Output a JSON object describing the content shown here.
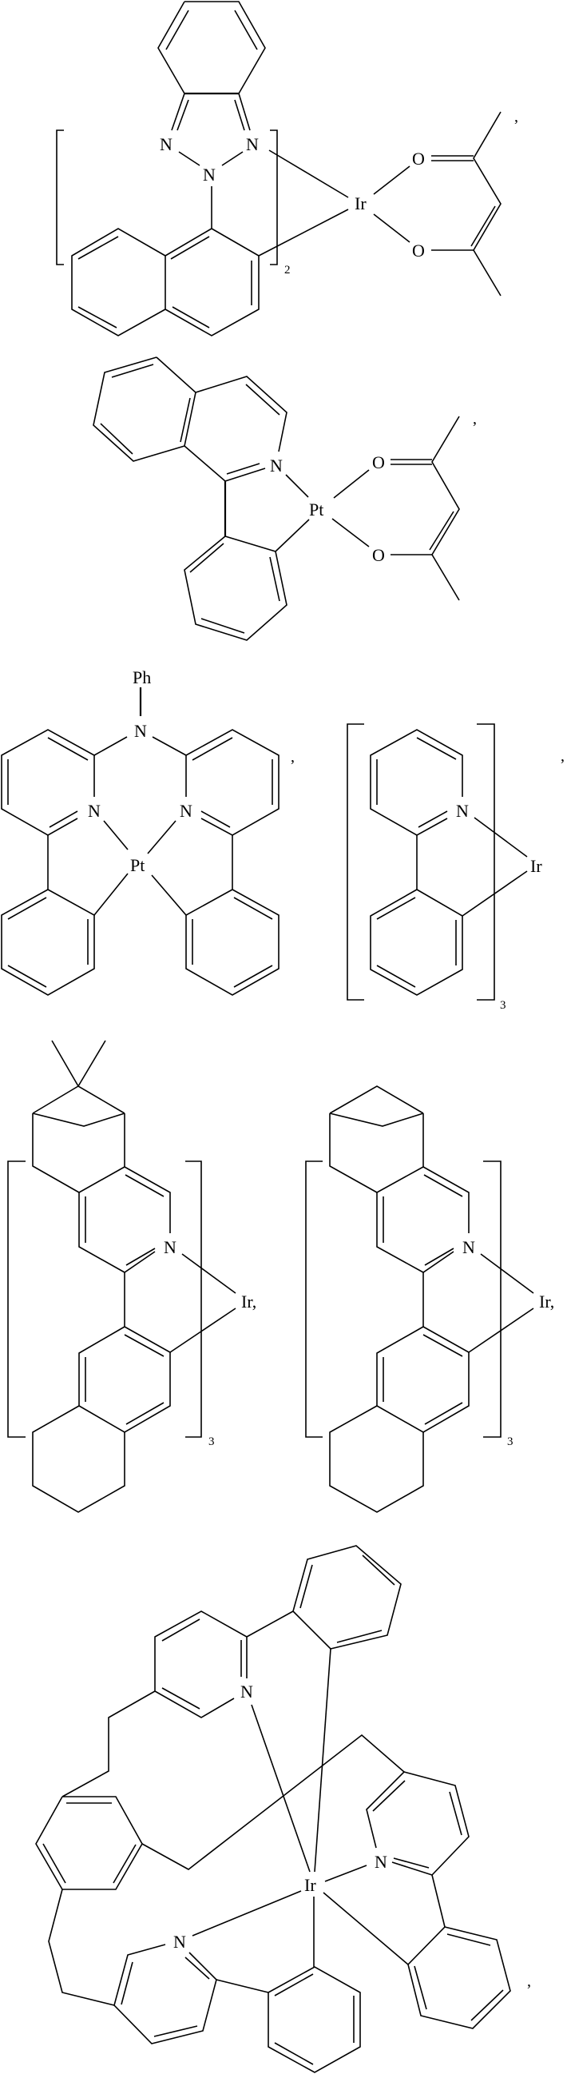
{
  "figure": {
    "compounds": [
      {
        "id": "compound-1",
        "metal": "Ir",
        "labels": {
          "n1": "N",
          "n2": "N",
          "n3": "N",
          "metal": "Ir",
          "o1": "O",
          "o2": "O",
          "subscript": "2",
          "separator": ","
        }
      },
      {
        "id": "compound-2",
        "metal": "Pt",
        "labels": {
          "n1": "N",
          "metal": "Pt",
          "o1": "O",
          "o2": "O",
          "separator": ","
        }
      },
      {
        "id": "compound-3",
        "metal": "Pt",
        "labels": {
          "substituent": "Ph",
          "n_center": "N",
          "n_left": "N",
          "n_right": "N",
          "metal": "Pt",
          "separator": ","
        }
      },
      {
        "id": "compound-4",
        "metal": "Ir",
        "labels": {
          "n1": "N",
          "metal": "Ir",
          "subscript": "3",
          "separator": ","
        }
      },
      {
        "id": "compound-5",
        "metal": "Ir",
        "labels": {
          "n1": "N",
          "metal": "Ir,",
          "subscript": "3"
        }
      },
      {
        "id": "compound-6",
        "metal": "Ir",
        "labels": {
          "n1": "N",
          "metal": "Ir,",
          "subscript": "3"
        }
      },
      {
        "id": "compound-7",
        "metal": "Ir",
        "labels": {
          "n_top": "N",
          "n_right": "N",
          "n_bottom": "N",
          "metal": "Ir",
          "separator": ","
        }
      }
    ]
  }
}
